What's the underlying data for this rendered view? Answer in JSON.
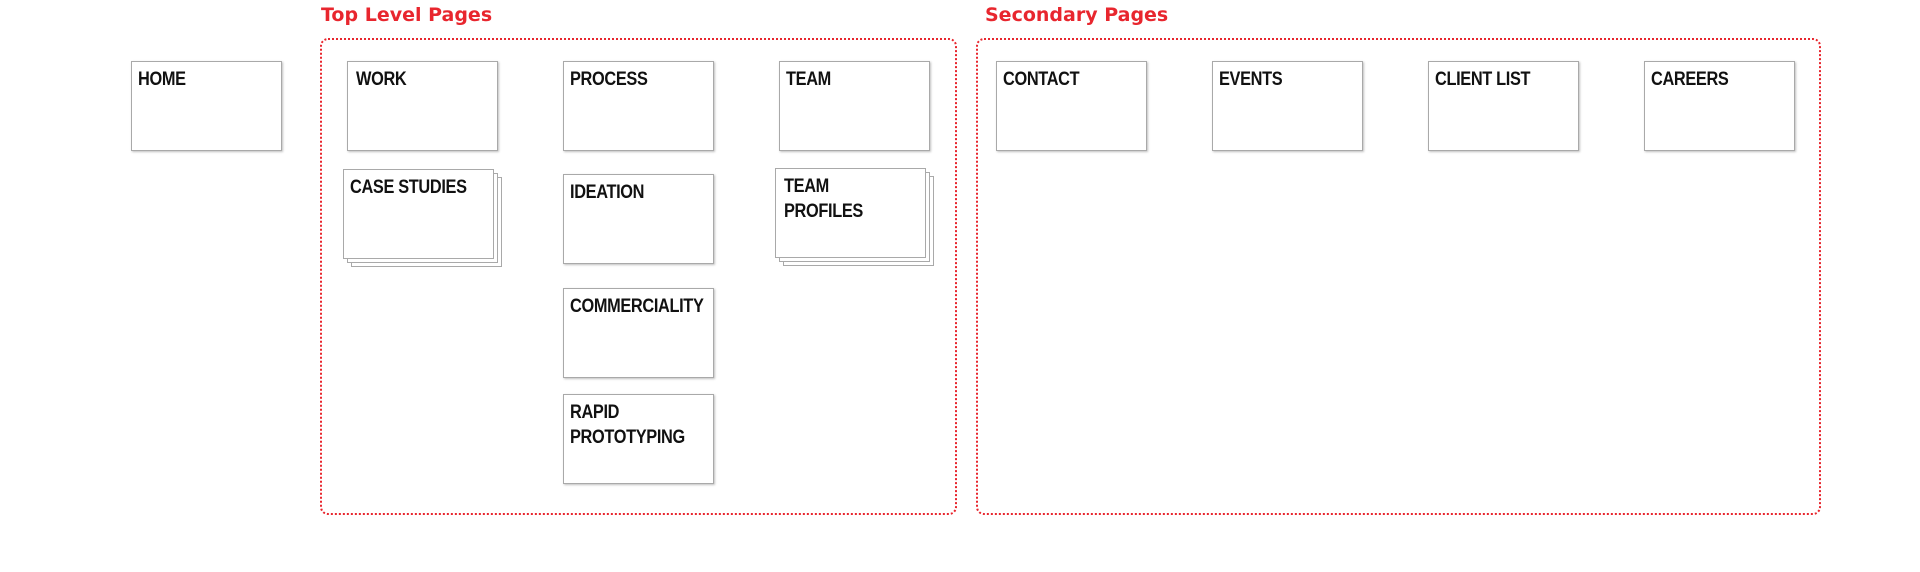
{
  "groups": {
    "top_level": {
      "title": "Top Level Pages"
    },
    "secondary": {
      "title": "Secondary Pages"
    }
  },
  "pages": {
    "home": "HOME",
    "work": "WORK",
    "process": "PROCESS",
    "team": "TEAM",
    "case_studies": "CASE STUDIES",
    "ideation": "IDEATION",
    "team_profiles": "TEAM PROFILES",
    "commerciality": "COMMERCIALITY",
    "rapid_prototyping": "RAPID PROTOTYPING",
    "contact": "CONTACT",
    "events": "EVENTS",
    "client_list": "CLIENT LIST",
    "careers": "CAREERS"
  },
  "colors": {
    "accent": "#e8262e",
    "card_border": "#a9a9a9",
    "text": "#111111"
  }
}
